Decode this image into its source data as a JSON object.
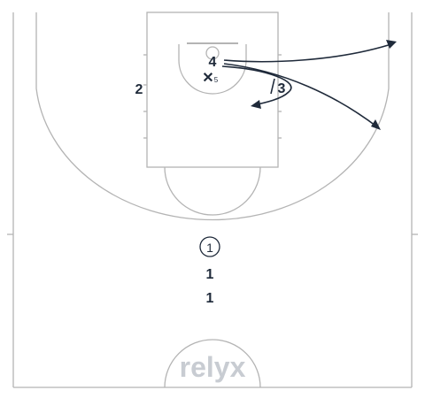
{
  "players": {
    "p1_ball": "1",
    "p1_second": "1",
    "p1_third": "1",
    "p2": "2",
    "p3": "3",
    "p4": "4",
    "defender_sub": "5"
  },
  "logo": {
    "text": "relyx"
  },
  "colors": {
    "court_lines": "#b4b4b4",
    "play_lines": "#1f2a3a",
    "logo": "#c8ccd2"
  }
}
